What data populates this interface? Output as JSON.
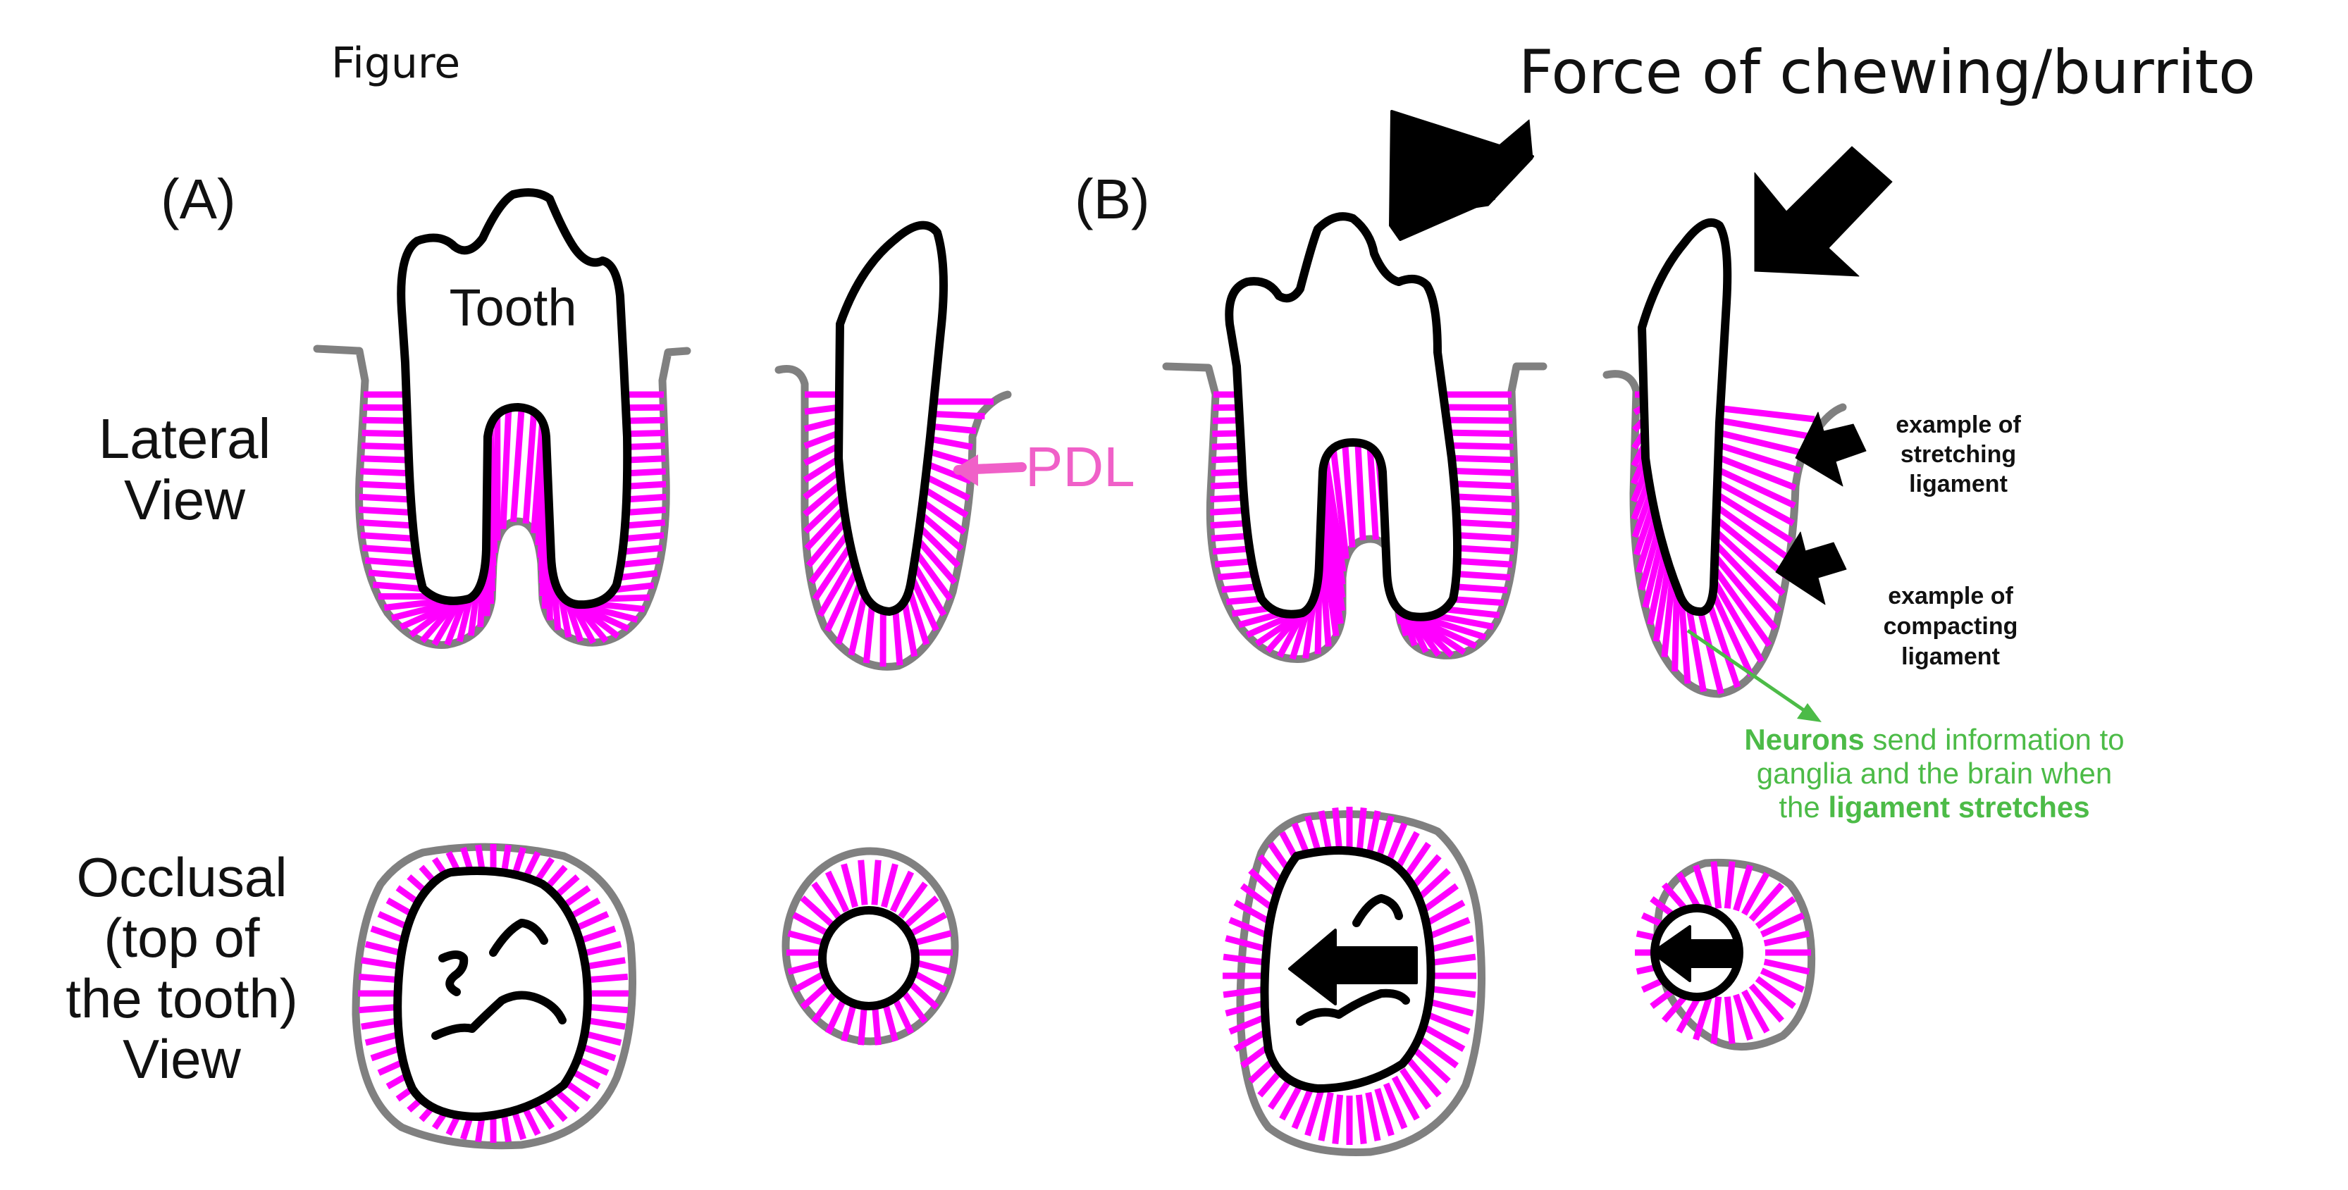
{
  "figure_label": "Figure",
  "panel_a_label": "(A)",
  "panel_b_label": "(B)",
  "force_title": "Force of chewing/burrito",
  "row_labels": {
    "lateral": [
      "Lateral",
      "View"
    ],
    "occlusal": [
      "Occlusal",
      "(top of",
      "the tooth)",
      "View"
    ]
  },
  "tooth_label": "Tooth",
  "pdl_label": "PDL",
  "stretching_note": [
    "example of",
    "stretching",
    "ligament"
  ],
  "compacting_note": [
    "example of",
    "compacting",
    "ligament"
  ],
  "neuron_note": {
    "line1_bold": "Neurons",
    "line1_rest": " send information to",
    "line2": "ganglia and the brain when",
    "line3_prefix": "the ",
    "line3_bold": "ligament stretches"
  },
  "colors": {
    "ligament": "#ff00ff",
    "pdl_label": "#f060c8",
    "gum_outline": "#808080",
    "tooth_outline": "#000000",
    "neuron_text": "#4cbb47"
  }
}
